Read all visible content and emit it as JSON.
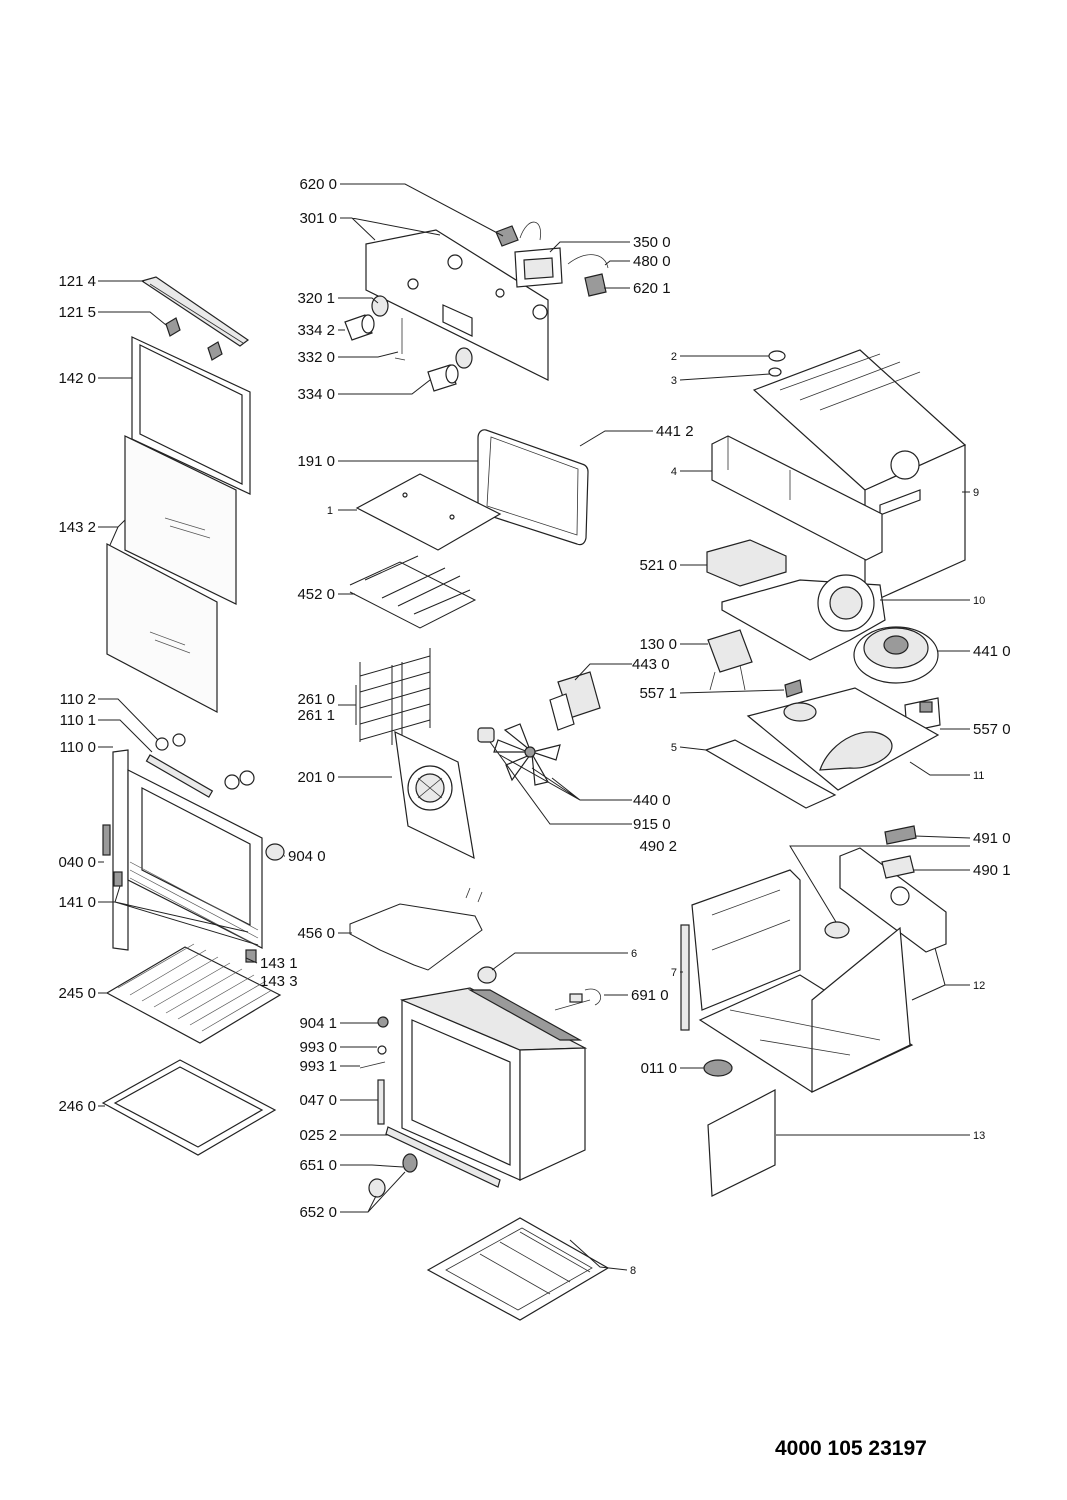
{
  "document_number": "4000 105 23197",
  "labels": {
    "p6200": "620 0",
    "p3010": "301 0",
    "p3500": "350 0",
    "p4800": "480 0",
    "p6201": "620 1",
    "p1214": "121 4",
    "p1215": "121 5",
    "p3201": "320 1",
    "p3342": "334 2",
    "p3320": "332 0",
    "p3340": "334 0",
    "p1420": "142 0",
    "p2": "2",
    "p3": "3",
    "p4412": "441 2",
    "p1910": "191 0",
    "p4": "4",
    "p9": "9",
    "p1": "1",
    "p1432": "143 2",
    "p5210": "521 0",
    "p4520": "452 0",
    "p10": "10",
    "p1300": "130 0",
    "p4410": "441 0",
    "p4430": "443 0",
    "p5571": "557 1",
    "p1102": "110 2",
    "p2610": "261 0",
    "p2611": "261 1",
    "p1101": "110 1",
    "p5570": "557 0",
    "p1100": "110 0",
    "p5": "5",
    "p2010": "201 0",
    "p11": "11",
    "p4400": "440 0",
    "p9150": "915 0",
    "p4910": "491 0",
    "p4902": "490 2",
    "p9040": "904 0",
    "p0400": "040 0",
    "p4901": "490 1",
    "p1410": "141 0",
    "p4560": "456 0",
    "p6": "6",
    "p1431": "143 1",
    "p1433": "143 3",
    "p7": "7",
    "p12": "12",
    "p2450": "245 0",
    "p6910": "691 0",
    "p9041": "904 1",
    "p9930": "993 0",
    "p9931": "993 1",
    "p0110": "011 0",
    "p2460": "246 0",
    "p0470": "047 0",
    "p0252": "025 2",
    "p13": "13",
    "p6510": "651 0",
    "p6520": "652 0",
    "p8": "8"
  }
}
